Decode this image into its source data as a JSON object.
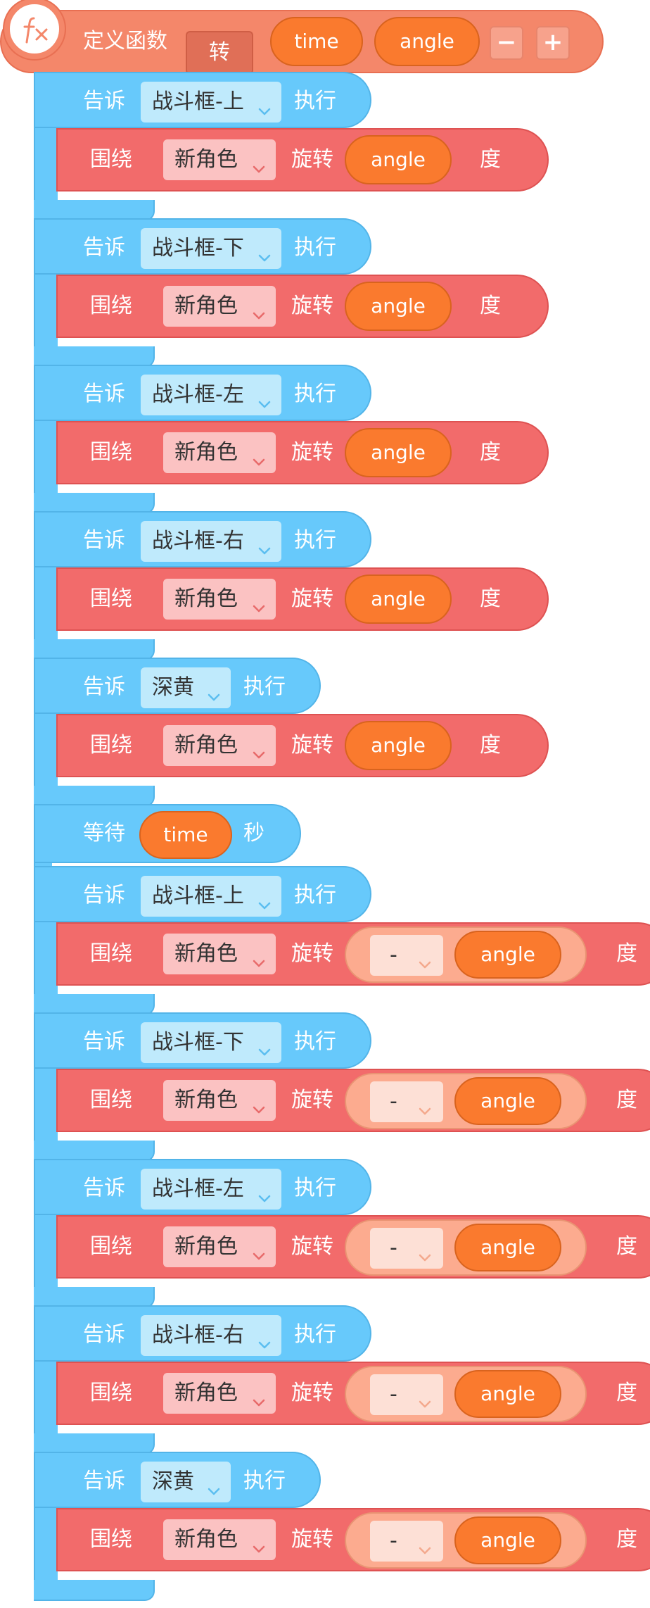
{
  "define": {
    "label": "定义函数",
    "function_name": "转",
    "params": [
      "time",
      "angle"
    ],
    "minus_label": "−",
    "plus_label": "+",
    "icon": "fx-icon"
  },
  "tell_word": "告诉",
  "exec_word": "执行",
  "around_word": "围绕",
  "rotate_word": "旋转",
  "degree_word": "度",
  "wait": {
    "label": "等待",
    "param": "time",
    "unit": "秒"
  },
  "blocks": [
    {
      "target": "战斗框-上",
      "actor": "新角色",
      "value": "angle",
      "negate": false
    },
    {
      "target": "战斗框-下",
      "actor": "新角色",
      "value": "angle",
      "negate": false
    },
    {
      "target": "战斗框-左",
      "actor": "新角色",
      "value": "angle",
      "negate": false
    },
    {
      "target": "战斗框-右",
      "actor": "新角色",
      "value": "angle",
      "negate": false
    },
    {
      "target": "深黄",
      "actor": "新角色",
      "value": "angle",
      "negate": false
    },
    {
      "target": "战斗框-上",
      "actor": "新角色",
      "value": "angle",
      "negate": true,
      "op": "-"
    },
    {
      "target": "战斗框-下",
      "actor": "新角色",
      "value": "angle",
      "negate": true,
      "op": "-"
    },
    {
      "target": "战斗框-左",
      "actor": "新角色",
      "value": "angle",
      "negate": true,
      "op": "-"
    },
    {
      "target": "战斗框-右",
      "actor": "新角色",
      "value": "angle",
      "negate": true,
      "op": "-"
    },
    {
      "target": "深黄",
      "actor": "新角色",
      "value": "angle",
      "negate": true,
      "op": "-"
    }
  ],
  "colors": {
    "define": "#f4876a",
    "tell": "#67c9fb",
    "rotate": "#f26b6b",
    "variable": "#fa7a2e",
    "negate": "#fcab8f"
  }
}
